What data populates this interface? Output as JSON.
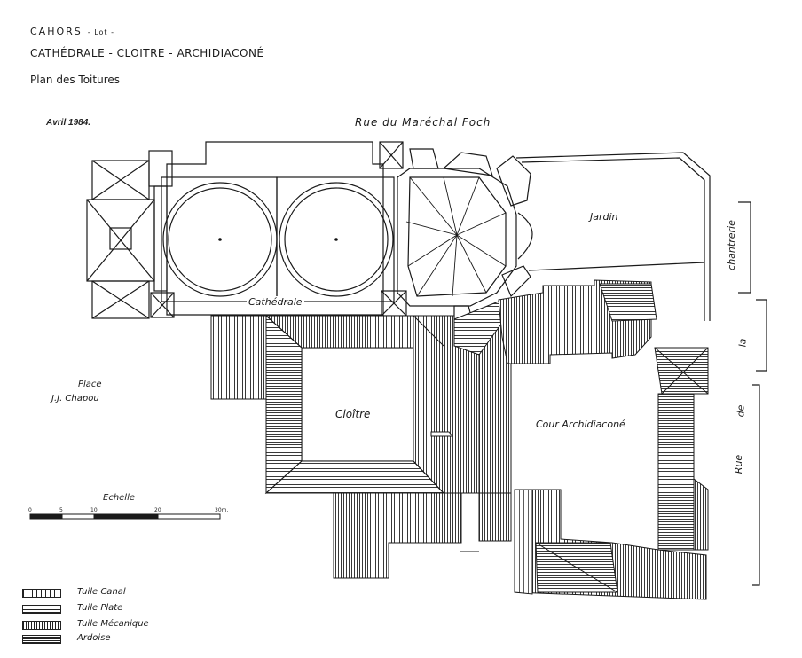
{
  "header": {
    "city": "CAHORS",
    "dept": "- Lot -",
    "subject": "CATHÉDRALE - CLOITRE - ARCHIDIACONÉ",
    "plan_title": "Plan des Toitures",
    "date": "Avril 1984."
  },
  "labels": {
    "street_top": "Rue du Maréchal Foch",
    "jardin": "Jardin",
    "cathedrale": "Cathédrale",
    "place_line1": "Place",
    "place_line2": "J.J. Chapou",
    "cloitre": "Cloître",
    "cour": "Cour Archidiaconé",
    "street_right_1": "chantrerie",
    "street_right_2": "la",
    "street_right_3": "de",
    "street_right_4": "Rue"
  },
  "scale": {
    "title": "Echelle",
    "ticks": [
      "0",
      "5",
      "10",
      "20",
      "30m."
    ]
  },
  "legend": [
    {
      "label": "Tuile Canal",
      "pattern": "canal"
    },
    {
      "label": "Tuile Plate",
      "pattern": "plate"
    },
    {
      "label": "Tuile Mécanique",
      "pattern": "mecanique"
    },
    {
      "label": "Ardoise",
      "pattern": "ardoise"
    }
  ]
}
